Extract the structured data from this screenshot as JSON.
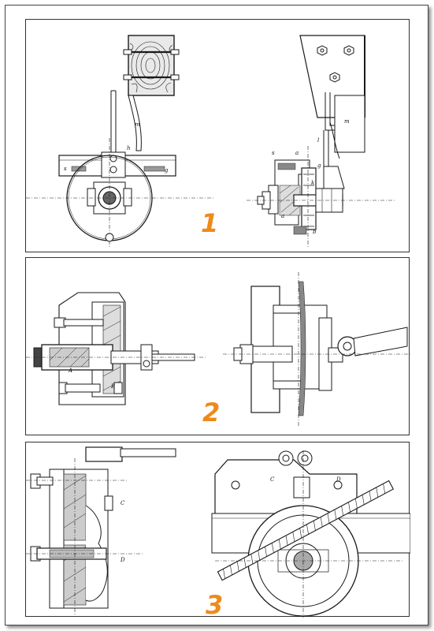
{
  "figures": [
    {
      "number": "1",
      "part_labels": {
        "m_left": "m",
        "h": "h",
        "g_left": "g",
        "s_left": "s",
        "m_right": "m",
        "l": "l",
        "s_right": "s",
        "a_top": "a",
        "g_right": "g",
        "a_mid": "a",
        "b": "b",
        "k": "k"
      }
    },
    {
      "number": "2",
      "part_labels": {
        "A": "A",
        "B": "B"
      }
    },
    {
      "number": "3",
      "part_labels": {
        "C_left": "C",
        "D_left": "D",
        "C_right": "C",
        "D_right": "D"
      }
    }
  ],
  "colors": {
    "number_accent": "#ee8a1a",
    "line": "#1a1a1a",
    "frame": "#333333"
  }
}
